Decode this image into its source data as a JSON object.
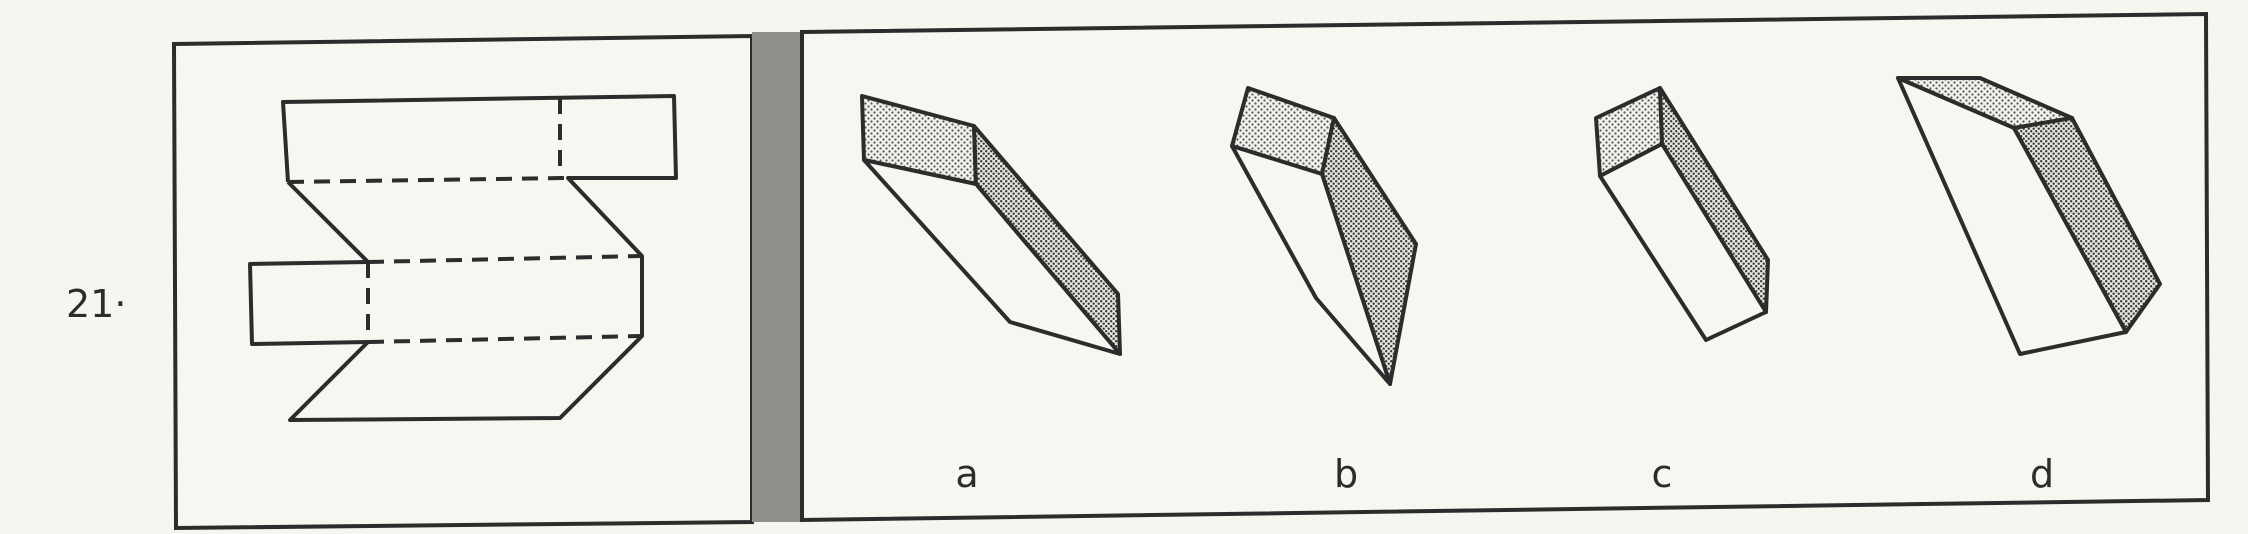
{
  "question": {
    "number": "21·"
  },
  "options": [
    {
      "label": "a"
    },
    {
      "label": "b"
    },
    {
      "label": "c"
    },
    {
      "label": "d"
    }
  ],
  "colors": {
    "ink": "#2c2c2c",
    "divider": "#8f8f8c",
    "paper": "#f6f5f0",
    "shade": "#d9d8d2"
  }
}
